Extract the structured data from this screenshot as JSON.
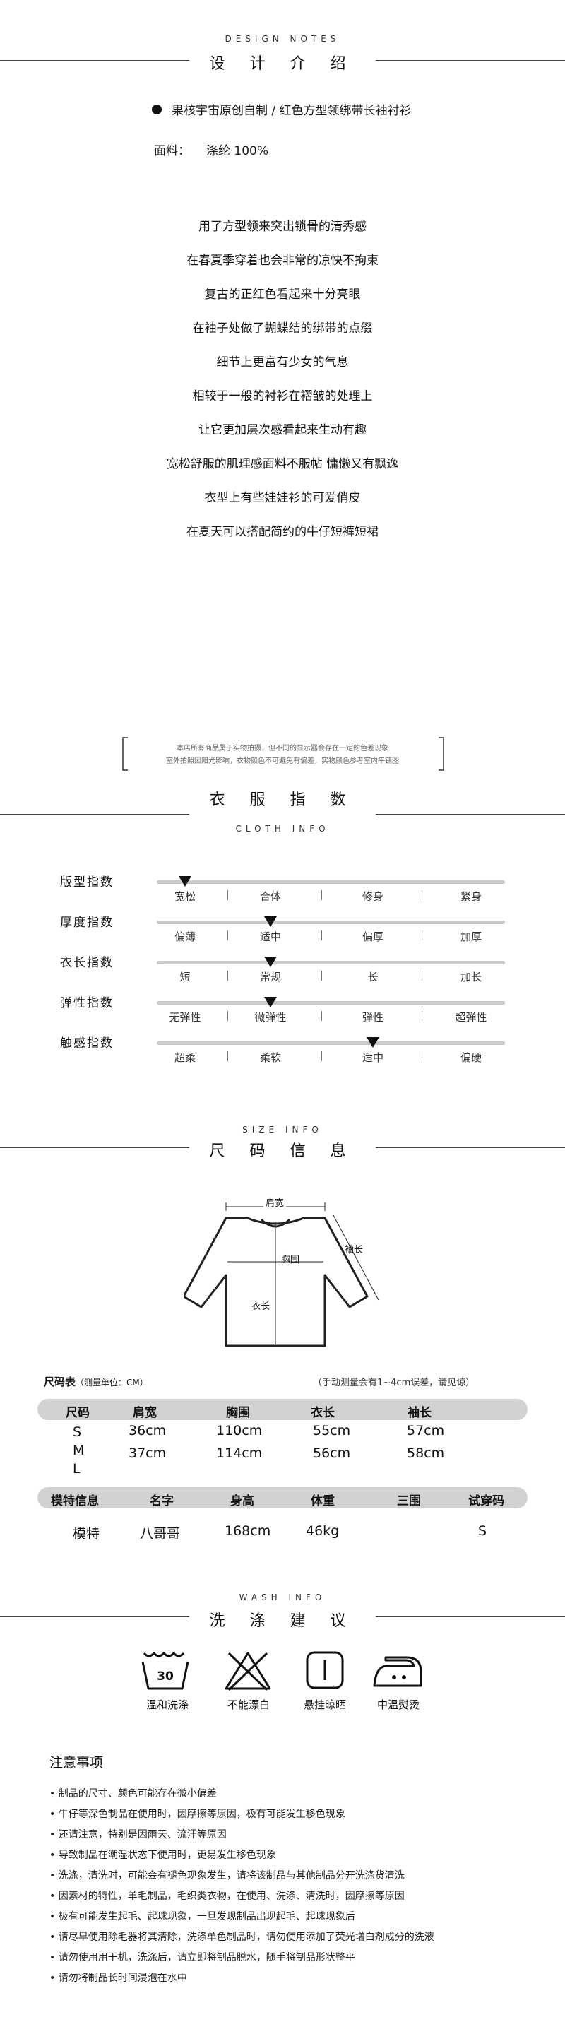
{
  "design_notes": {
    "en_heading": "DESIGN NOTES",
    "cn_heading": "设 计 介 绍",
    "product_line": "果核宇宙原创自制 / 红色方型领绑带长袖衬衫",
    "fabric_label": "面料：",
    "fabric_value": "涤纶 100%",
    "slogans": [
      "用了方型领来突出锁骨的清秀感",
      "在春夏季穿着也会非常的凉快不拘束",
      "复古的正红色看起来十分亮眼",
      "在袖子处做了蝴蝶结的绑带的点缀",
      "细节上更富有少女的气息",
      "相较于一般的衬衫在褶皱的处理上",
      "让它更加层次感看起来生动有趣",
      "宽松舒服的肌理感面料不服帖 慵懒又有飘逸",
      "衣型上有些娃娃衫的可爱俏皮",
      "在夏天可以搭配简约的牛仔短裤短裙"
    ]
  },
  "disclaimer": {
    "line1": "本店所有商品属于实物拍摄，但不同的显示器会存在一定的色差现象",
    "line2": "室外拍照因阳光影响，衣物颜色不可避免有偏差，实物颜色参考室内平铺图"
  },
  "cloth_info": {
    "cn_heading": "衣 服 指 数",
    "en_heading": "CLOTH INFO",
    "rows": [
      {
        "label": "版型指数",
        "options": [
          "宽松",
          "合体",
          "修身",
          "紧身"
        ],
        "selected": 0
      },
      {
        "label": "厚度指数",
        "options": [
          "偏薄",
          "适中",
          "偏厚",
          "加厚"
        ],
        "selected": 1
      },
      {
        "label": "衣长指数",
        "options": [
          "短",
          "常规",
          "长",
          "加长"
        ],
        "selected": 1
      },
      {
        "label": "弹性指数",
        "options": [
          "无弹性",
          "微弹性",
          "弹性",
          "超弹性"
        ],
        "selected": 1
      },
      {
        "label": "触感指数",
        "options": [
          "超柔",
          "柔软",
          "适中",
          "偏硬"
        ],
        "selected": 2
      }
    ]
  },
  "size_info": {
    "en_heading": "SIZE INFO",
    "cn_heading": "尺 码 信 息",
    "diagram_labels": {
      "shoulder": "肩宽",
      "sleeve": "袖长",
      "chest": "胸围",
      "length": "衣长"
    },
    "table_title": "尺码表",
    "table_unit": "（测量单位：CM）",
    "table_note": "（手动测量会有1~4cm误差，请见谅）",
    "headers": [
      "尺码",
      "肩宽",
      "胸围",
      "衣长",
      "袖长"
    ],
    "sizes": [
      "S",
      "M",
      "L"
    ],
    "rows": [
      [
        "36cm",
        "110cm",
        "55cm",
        "57cm"
      ],
      [
        "37cm",
        "114cm",
        "56cm",
        "58cm"
      ]
    ],
    "model_headers": [
      "模特信息",
      "名字",
      "身高",
      "体重",
      "三围",
      "试穿码"
    ],
    "model_row": [
      "模特",
      "八哥哥",
      "168cm",
      "46kg",
      "",
      "S"
    ]
  },
  "wash_info": {
    "en_heading": "WASH INFO",
    "cn_heading": "洗 涤 建 议",
    "temp_text": "30",
    "icons": [
      {
        "name": "wash-30-icon",
        "label": "温和洗涤"
      },
      {
        "name": "no-bleach-icon",
        "label": "不能漂白"
      },
      {
        "name": "hang-dry-icon",
        "label": "悬挂晾晒"
      },
      {
        "name": "iron-medium-icon",
        "label": "中温熨烫"
      }
    ]
  },
  "notes": {
    "heading": "注意事项",
    "items": [
      "• 制品的尺寸、颜色可能存在微小偏差",
      "• 牛仔等深色制品在使用时，因摩擦等原因，极有可能发生移色现象",
      "• 还请注意，特别是因雨天、流汗等原因",
      "• 导致制品在潮湿状态下使用时，更易发生移色现象",
      "• 洗涤，清洗时，可能会有褪色现象发生，请将该制品与其他制品分开洗涤货清洗",
      "• 因素材的特性，羊毛制品，毛织类衣物，在使用、洗涤、清洗时，因摩擦等原因",
      "• 极有可能发生起毛、起球现象，一旦发现制品出现起毛、起球现象后",
      "• 请尽早使用除毛器将其清除，洗涤单色制品时，请勿使用添加了荧光增白剂成分的洗液",
      "• 请勿使用用干机，洗涤后，请立即将制品脱水，随手将制品形状整平",
      "• 请勿将制品长时间浸泡在水中"
    ]
  }
}
